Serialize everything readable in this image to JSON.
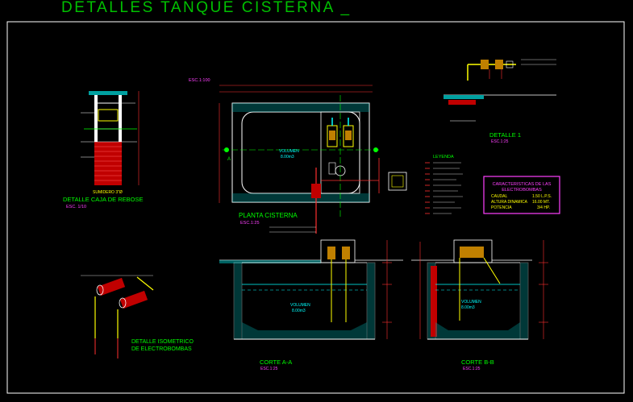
{
  "title": "DETALLES TANQUE CISTERNA _",
  "colors": {
    "background": "#000000",
    "title": "#00c000",
    "frame": "#ffffff",
    "wall": "#ffffff",
    "water": "#00ffff",
    "pipe": "#ff3030",
    "dims": "#ff3030",
    "labels_green": "#00ff00",
    "labels_yellow": "#ffff00",
    "labels_magenta": "#ff40ff",
    "fill_cyan": "#00a0a0"
  },
  "drawings": {
    "caja_rebose": {
      "title": "DETALLE CAJA DE REBOSE",
      "scale": "ESC. 1/10",
      "sumidero": "SUMIDERO 3\"Ø"
    },
    "planta": {
      "scale_top": "ESC.1:100",
      "title": "PLANTA CISTERNA",
      "scale": "ESC.1:25",
      "volumen": "VOLUMEN",
      "volumen_value": "8.00m3",
      "axis_a": "A"
    },
    "detalle_1": {
      "title": "DETALLE 1",
      "scale": "ESC.1:25"
    },
    "leyenda": {
      "title": "LEYENDA"
    },
    "caracteristicas": {
      "title_line1": "CARACTERISTICAS DE LAS",
      "title_line2": "ELECTROBOMBAS",
      "rows": [
        {
          "label": "CAUDAL",
          "value": "1.50 L.P.S."
        },
        {
          "label": "ALTURA DINAMICA",
          "value": "16.00 MT."
        },
        {
          "label": "POTENCIA",
          "value": "3/4 HP."
        }
      ]
    },
    "isometrico": {
      "title_line1": "DETALLE ISOMETRICO",
      "title_line2": "DE ELECTROBOMBAS"
    },
    "corte_aa": {
      "title": "CORTE A-A",
      "scale": "ESC.1:25",
      "volumen": "VOLUMEN",
      "volumen_value": "8.00m3"
    },
    "corte_bb": {
      "title": "CORTE B-B",
      "scale": "ESC.1:25",
      "volumen": "VOLUMEN",
      "volumen_value": "8.00m3"
    }
  }
}
